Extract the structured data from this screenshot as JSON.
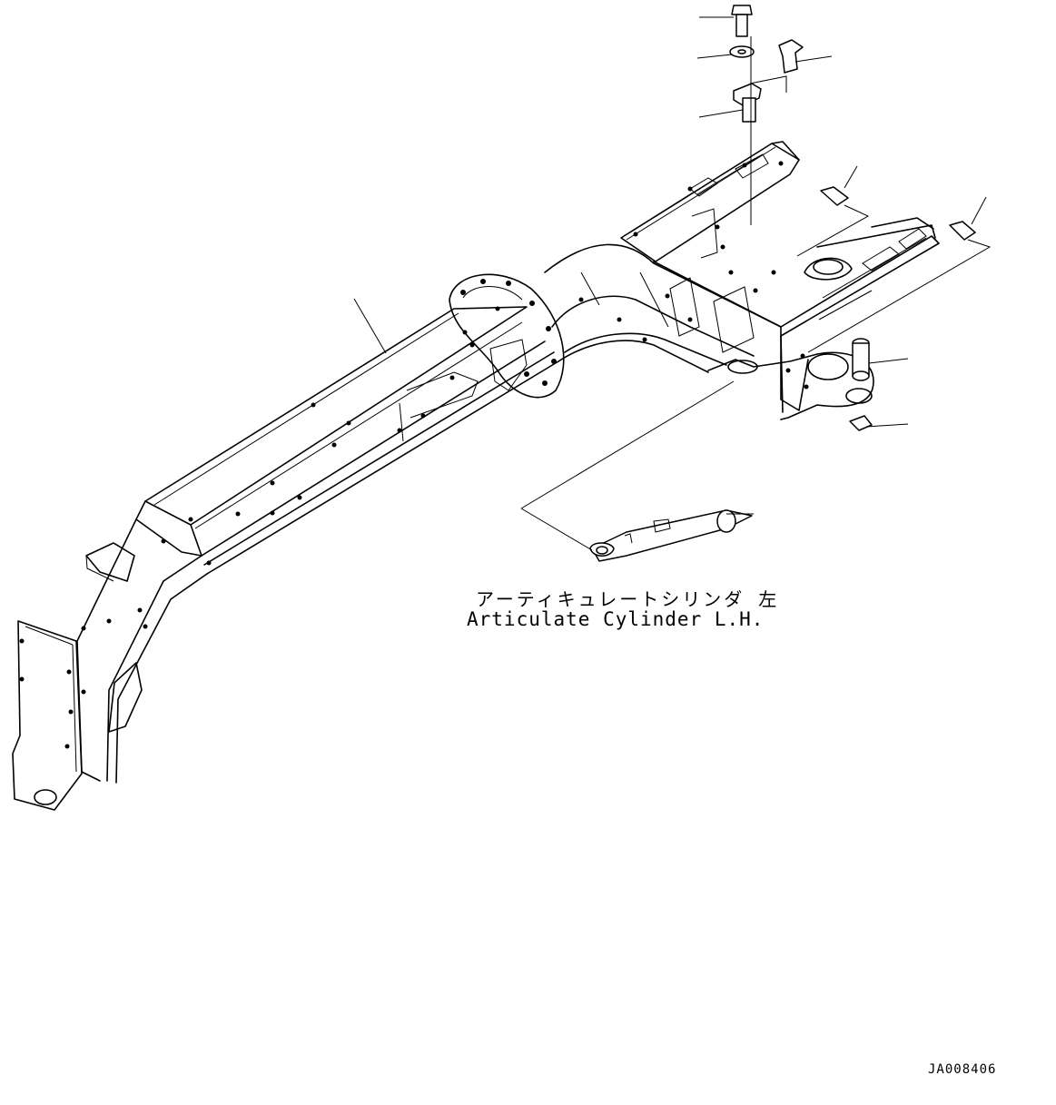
{
  "callout": {
    "japanese": "アーティキュレートシリンダ 左",
    "english": "Articulate Cylinder L.H."
  },
  "drawing_number": "JA008406"
}
